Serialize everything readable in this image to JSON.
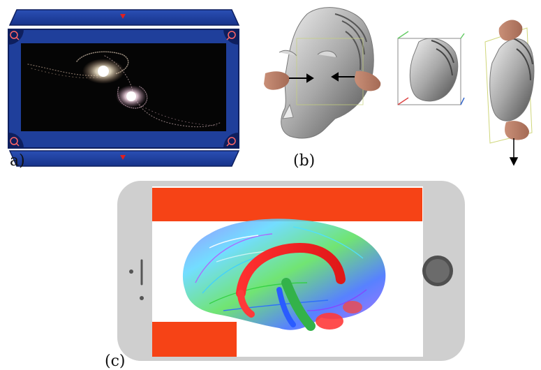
{
  "panels": {
    "a": {
      "label": "a)"
    },
    "b": {
      "label": "(b)"
    },
    "c": {
      "label": "(c)"
    }
  },
  "colors": {
    "frame_blue": "#1f3f9b",
    "frame_dark": "#0e1f5e",
    "red_bar": "#f64316",
    "phone_gray": "#cfcfcf",
    "space": "#050505"
  },
  "icons": [
    "zoom-icon",
    "down-arrow-icon",
    "hand-icon",
    "home-button-icon"
  ]
}
